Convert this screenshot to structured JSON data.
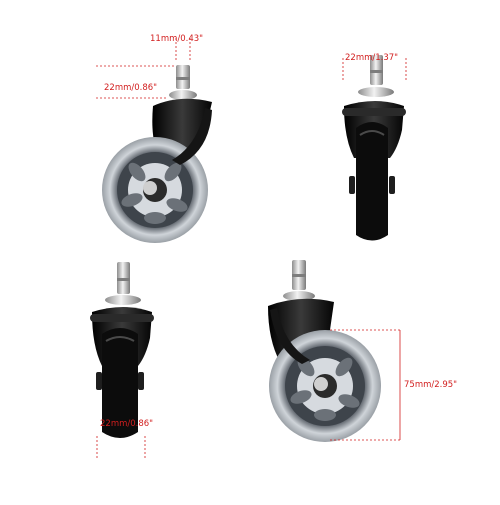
{
  "colors": {
    "dimension": "#d21f1f",
    "wheel_black": "#111111",
    "tread_clear": "#c9ced3",
    "chrome": "#c8c8c8"
  },
  "product_views": [
    {
      "name": "front-three-quarter",
      "labels": {
        "top": "11mm/0.43\"",
        "left": "22mm/0.86\""
      }
    },
    {
      "name": "side-profile",
      "labels": {
        "top": "22mm/1.37\""
      }
    },
    {
      "name": "side-profile-lower",
      "labels": {
        "bottom": "22mm/0.86\""
      }
    },
    {
      "name": "front-three-quarter-lower",
      "labels": {
        "right": "75mm/2.95\""
      }
    }
  ]
}
